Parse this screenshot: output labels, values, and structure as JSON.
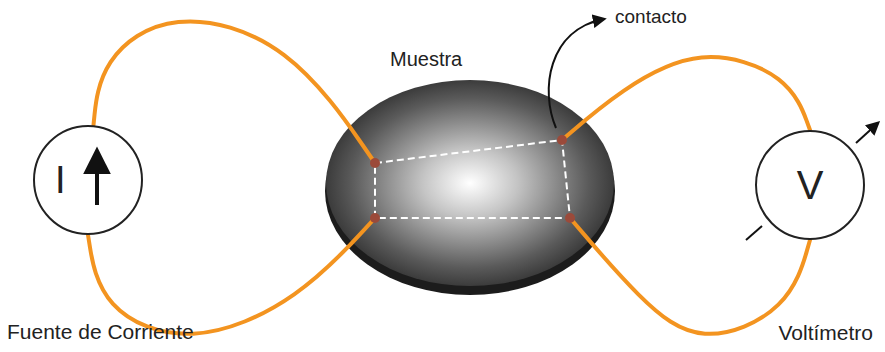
{
  "diagram": {
    "nodes": [
      {
        "text": [
          "I",
          "Fuente de Corriente"
        ]
      },
      {
        "text": [
          "Muestra"
        ]
      },
      {
        "text": [
          "V",
          "Voltímetro"
        ]
      }
    ],
    "edges": [
      {
        "from": 0,
        "to": 1,
        "arrow": "none"
      },
      {
        "from": 0,
        "to": 1,
        "arrow": "none"
      },
      {
        "from": 1,
        "to": 2,
        "arrow": "none"
      },
      {
        "from": 1,
        "to": 2,
        "arrow": "none"
      }
    ],
    "labels": [
      "contacto"
    ]
  }
}
